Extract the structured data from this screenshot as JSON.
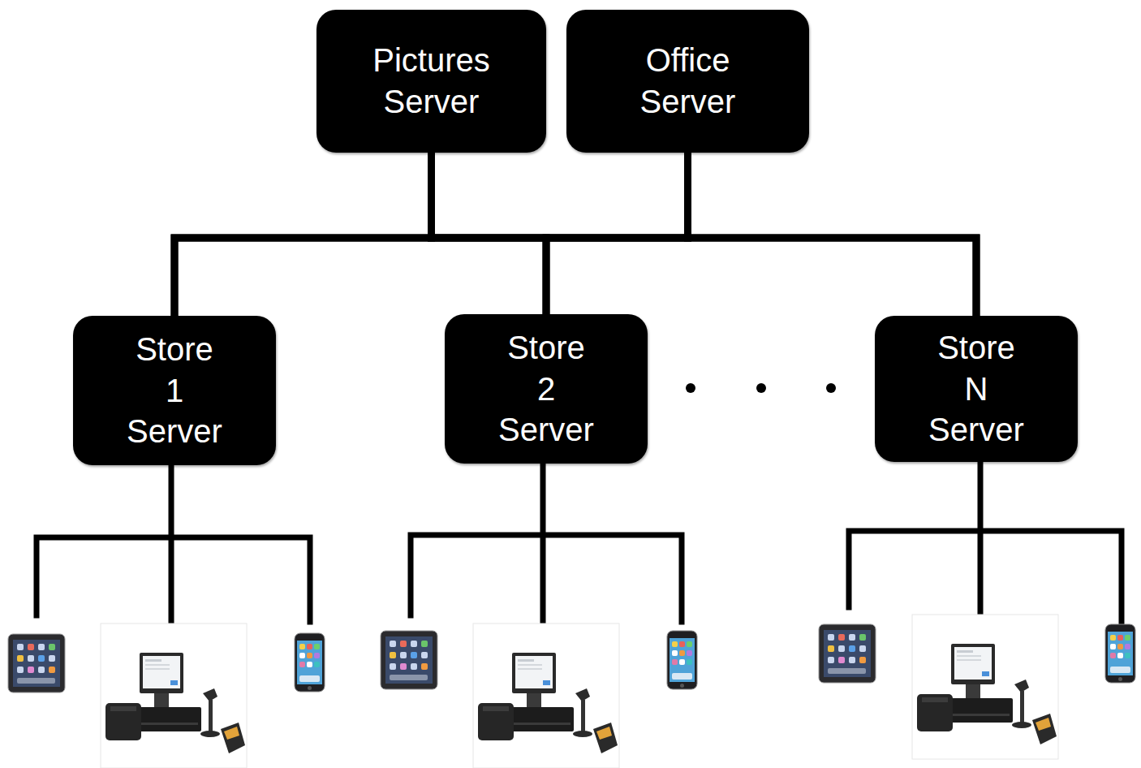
{
  "diagram": {
    "nodes": [
      {
        "text": [
          "Pictures Server"
        ]
      },
      {
        "text": [
          "Office Server"
        ]
      },
      {
        "text": [
          "Store 1 Server"
        ]
      },
      {
        "text": [
          "Store 2 Server"
        ]
      },
      {
        "text": [
          "Store N Server"
        ]
      }
    ],
    "edges": [
      {
        "from": 0,
        "to": 2,
        "arrow": "none"
      },
      {
        "from": 0,
        "to": 3,
        "arrow": "none"
      },
      {
        "from": 0,
        "to": 4,
        "arrow": "none"
      },
      {
        "from": 1,
        "to": 2,
        "arrow": "none"
      },
      {
        "from": 1,
        "to": 3,
        "arrow": "none"
      },
      {
        "from": 1,
        "to": 4,
        "arrow": "none"
      }
    ]
  }
}
